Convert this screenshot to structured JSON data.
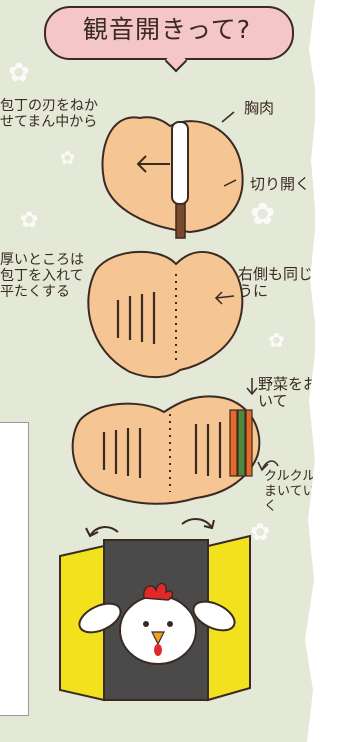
{
  "title": "観音開きって?",
  "steps": {
    "step1": {
      "instruction": "包丁の刃をねかせてまん中から",
      "label_meat": "胸肉",
      "label_cut": "切り開く"
    },
    "step2": {
      "instruction": "厚いところは包丁を入れて平たくする",
      "label_side": "右側も同じように"
    },
    "step3": {
      "label_veg": "野菜をおいて",
      "label_roll": "クルクルまいていく"
    }
  },
  "colors": {
    "background": "#e4e8d6",
    "bubble": "#f4c6c8",
    "meat": "#f5c594",
    "outline": "#3a2a22",
    "foil": "#f2e21e",
    "chicken_red": "#e2282a"
  }
}
